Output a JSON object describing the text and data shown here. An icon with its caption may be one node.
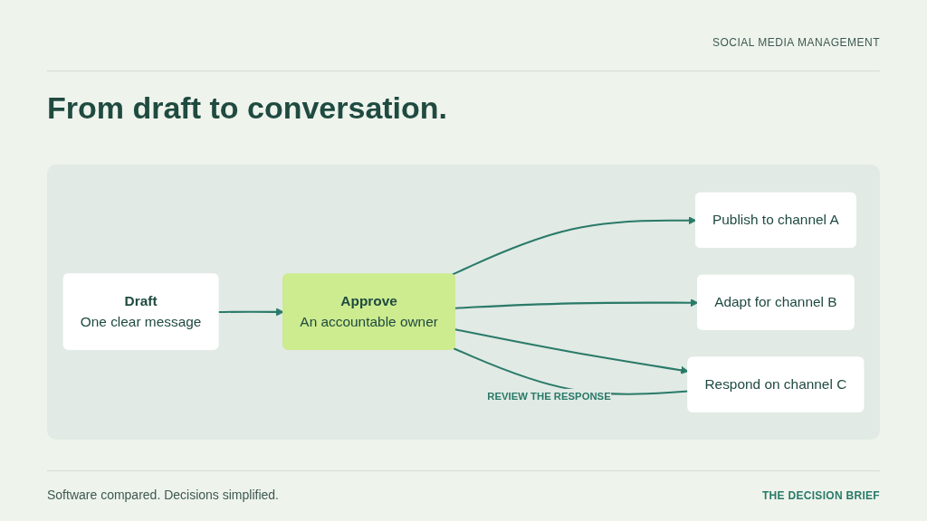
{
  "diagram": {
    "title": "From draft to conversation.",
    "nodes": [
      {
        "text": [
          "Draft",
          "One clear message"
        ]
      },
      {
        "text": [
          "Approve",
          "An accountable owner"
        ]
      },
      {
        "text": [
          "Publish to channel A"
        ]
      },
      {
        "text": [
          "Adapt for channel B"
        ]
      },
      {
        "text": [
          "Respond on channel C"
        ]
      }
    ],
    "edges": [
      {
        "from": 0,
        "to": 1,
        "arrow": "to"
      },
      {
        "from": 1,
        "to": 2,
        "arrow": "to"
      },
      {
        "from": 1,
        "to": 3,
        "arrow": "to"
      },
      {
        "from": 1,
        "to": 4,
        "arrow": "to"
      },
      {
        "from": 4,
        "to": 1,
        "arrow": "none",
        "label": "REVIEW THE RESPONSE"
      }
    ],
    "labels": [
      "SOCIAL MEDIA MANAGEMENT",
      "Software compared. Decisions simplified.",
      "THE DECISION BRIEF"
    ]
  }
}
